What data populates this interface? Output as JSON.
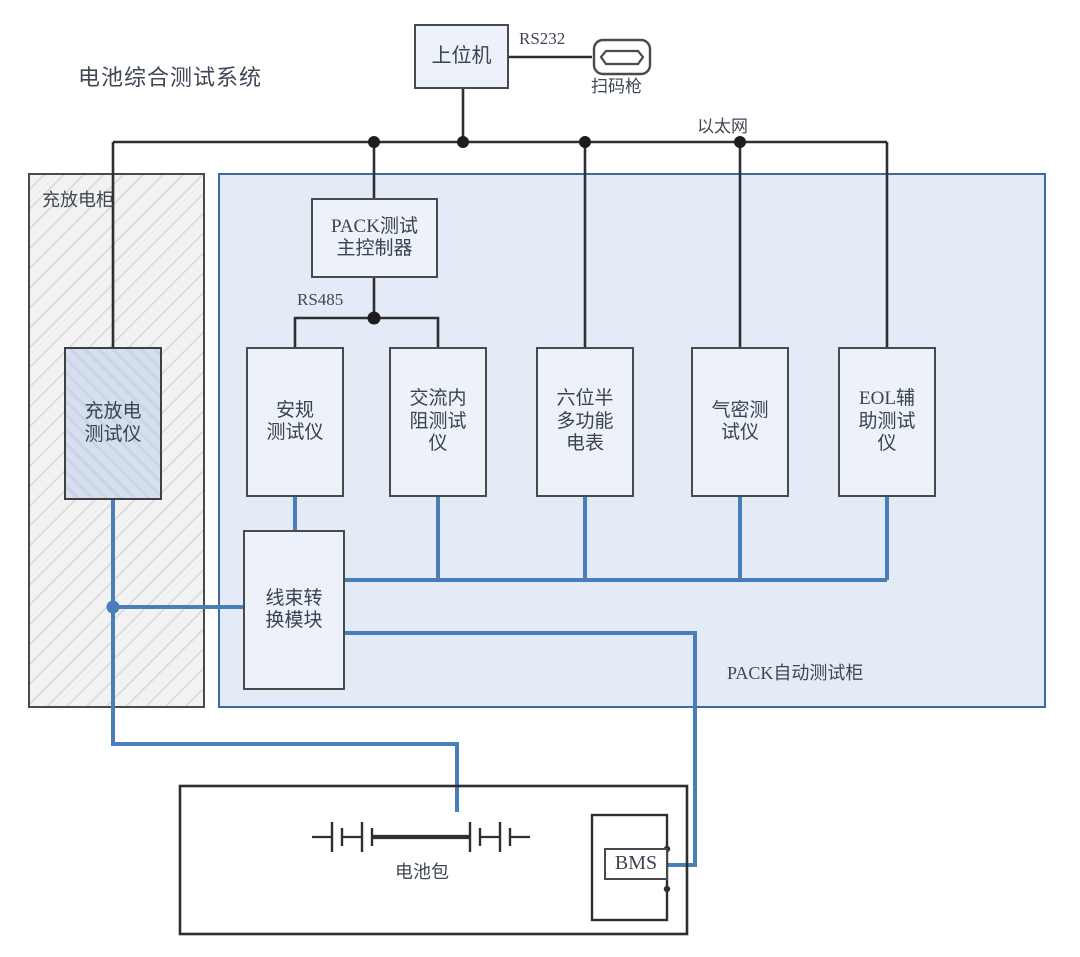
{
  "diagram": {
    "title": "电池综合测试系统",
    "host": {
      "label": "上位机"
    },
    "scanner": {
      "label": "扫码枪",
      "icon": "connector-icon"
    },
    "links": {
      "rs232": "RS232",
      "rs485": "RS485",
      "ethernet": "以太网"
    },
    "cabinets": [
      {
        "id": "charge-cabinet",
        "label": "充放电柜"
      },
      {
        "id": "pack-cabinet",
        "label": "PACK自动测试柜"
      }
    ],
    "controller": {
      "label": "PACK测试\n主控制器",
      "line1": "PACK测试",
      "line2": "主控制器"
    },
    "instruments": [
      {
        "id": "charge-discharge-tester",
        "label": "充放电\n测试仪",
        "line1": "充放电",
        "line2": "测试仪"
      },
      {
        "id": "safety-tester",
        "label": "安规\n测试仪",
        "line1": "安规",
        "line2": "测试仪"
      },
      {
        "id": "ac-impedance-tester",
        "label": "交流内\n阻测试\n仪",
        "line1": "交流内",
        "line2": "阻测试",
        "line3": "仪"
      },
      {
        "id": "multimeter",
        "label": "六位半\n多功能\n电表",
        "line1": "六位半",
        "line2": "多功能",
        "line3": "电表"
      },
      {
        "id": "airtightness-tester",
        "label": "气密测\n试仪",
        "line1": "气密测",
        "line2": "试仪"
      },
      {
        "id": "eol-aux-tester",
        "label": "EOL辅\n助测试\n仪",
        "line1": "EOL辅",
        "line2": "助测试",
        "line3": "仪"
      }
    ],
    "harness": {
      "id": "harness-module",
      "label": "线束转\n换模块",
      "line1": "线束转",
      "line2": "换模块"
    },
    "battery": {
      "pack_label": "电池包",
      "bms_label": "BMS",
      "cell_count": 4
    },
    "colors": {
      "signal_blue": "#4a7ebb",
      "wire_black": "#2f2f2f",
      "box_fill": "#edf1f9",
      "box_fill_tint": "#d6dfee",
      "cabinet_pack_fill": "#e3ebf7",
      "cabinet_hatch_fill": "#f2f2f2",
      "text": "#3f4755",
      "pack_border": "#41699f"
    }
  }
}
